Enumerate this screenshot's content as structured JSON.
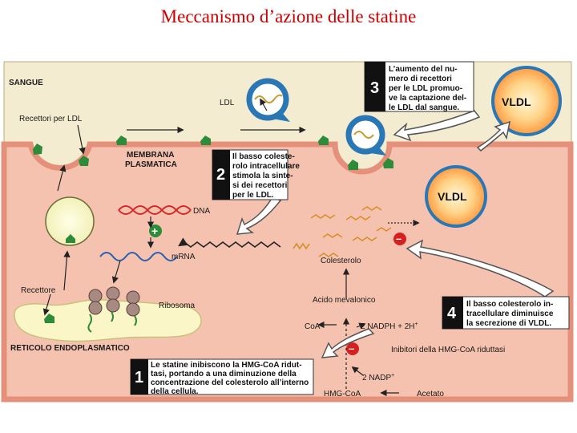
{
  "title": "Meccanismo d’azione delle statine",
  "labels": {
    "sangue": "SANGUE",
    "recettori_ldl": "Recettori per LDL",
    "ldl": "LDL",
    "membrana_1": "MEMBRANA",
    "membrana_2": "PLASMATICA",
    "dna": "DNA",
    "mrna": "mRNA",
    "recettore": "Recettore",
    "ribosoma": "Ribosoma",
    "reticolo": "RETICOLO ENDOPLASMATICO",
    "colesterolo": "Colesterolo",
    "acido_mevalonico": "Acido mevalonico",
    "coa": "CoA",
    "nadph": "2 NADPH + 2H",
    "nadph_sup": "+",
    "nadp": "2 NADP",
    "nadp_sup": "+",
    "hmg_coa": "HMG-CoA",
    "acetato": "Acetato",
    "inibitori": "Inibitori della HMG-CoA riduttasi",
    "vldl_top": "VLDL",
    "vldl_mid": "VLDL",
    "plus_sign": "+",
    "minus_sign_1": "–",
    "minus_sign_2": "–"
  },
  "steps": {
    "s1": {
      "number": "1",
      "lines": [
        "Le statine inibiscono la HMG-CoA ridut-",
        "tasi, portando a una diminuzione della",
        "concentrazione del colesterolo all’interno",
        "della cellula."
      ]
    },
    "s2": {
      "number": "2",
      "lines": [
        "Il basso coleste-",
        "rolo intracellulare",
        "stimola la sinte-",
        "si dei recettori",
        "per le LDL."
      ]
    },
    "s3": {
      "number": "3",
      "lines": [
        "L’aumento del nu-",
        "mero di recettori",
        "per le LDL promuo-",
        "ve la captazione del-",
        "le LDL dal sangue."
      ]
    },
    "s4": {
      "number": "4",
      "lines": [
        "Il basso colesterolo in-",
        "tracellulare diminuisce",
        "la secrezione di VLDL."
      ]
    }
  },
  "colors": {
    "title": "#cc0000",
    "blood": "#f4ecd0",
    "cell": "#f6c2b0",
    "membrane": "#e4907a",
    "receptor": "#2e8b3a",
    "ldl_ring": "#2a77b6",
    "minus": "#d52020",
    "dna": "#d42828",
    "mrna": "#2a5fb0"
  }
}
